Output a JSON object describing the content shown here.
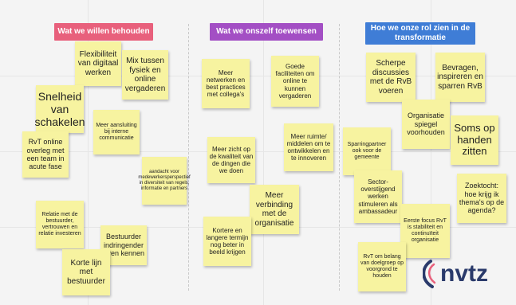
{
  "columns": [
    {
      "header": "Wat we willen behouden",
      "color": "#e8607c"
    },
    {
      "header": "Wat we onszelf toewensen",
      "color": "#a34fc4"
    },
    {
      "header": "Hoe we onze rol zien in de transformatie",
      "color": "#3f7dd6"
    }
  ],
  "notes": [
    "Flexibiliteit van digitaal werken",
    "Mix tussen fysiek en online vergaderen",
    "Snelheid van schakelen",
    "Meer aansluiting bij interne communicatie",
    "RvT online overleg met een team in acute fase",
    "aandacht voor medewerkersperspectief in diversiteit van regels, informatie en partners",
    "Relatie met de bestuurder, vertrouwen en relatie investeren",
    "Bestuurder indringender leren kennen",
    "Korte lijn met bestuurder",
    "Meer netwerken en best practices met collega's",
    "Goede faciliteiten om online te kunnen vergaderen",
    "Meer zicht op de kwaliteit van de dingen die we doen",
    "Meer ruimte/ middelen om te ontwikkelen en te innoveren",
    "Meer verbinding met de organisatie",
    "Kortere en langere termijn nog beter in beeld krijgen",
    "Scherpe discussies met de RvB voeren",
    "Bevragen, inspireren en sparren RvB",
    "Organisatie spiegel voorhouden",
    "Soms op handen zitten",
    "Sparringpartner ook voor de gemeente",
    "Sector-overstijgend werken stimuleren als ambassadeur",
    "Zoektocht: hoe krijg ik thema's op de agenda?",
    "Eerste focus RvT is stabiliteit en continuïteit organisatie",
    "RvT om belang van doelgroep op voorgrond te houden"
  ],
  "logo": {
    "text": "nvtz",
    "color": "#2a3a6b",
    "accent": "#e8607c"
  }
}
